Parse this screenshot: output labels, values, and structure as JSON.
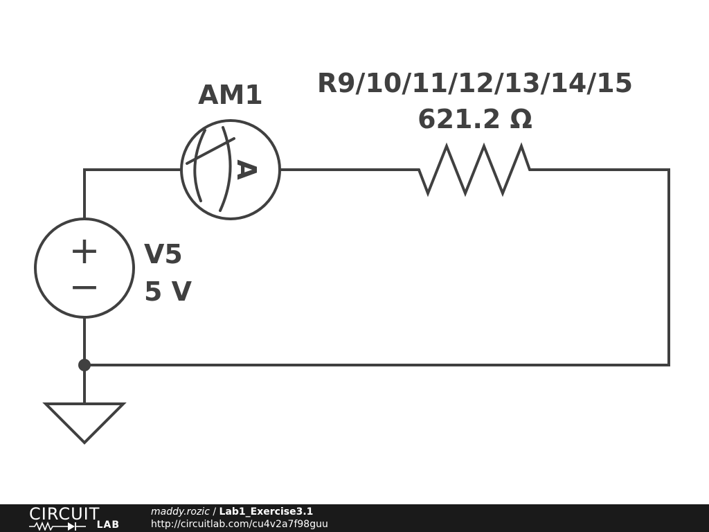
{
  "components": {
    "ammeter": {
      "label": "AM1",
      "symbol": "A"
    },
    "resistor": {
      "label": "R9/10/11/12/13/14/15",
      "value": "621.2 Ω"
    },
    "source": {
      "label": "V5",
      "value": "5 V",
      "plus": "+",
      "minus": "−"
    }
  },
  "footer": {
    "brand_top": "CIRCUIT",
    "brand_bottom": "LAB",
    "author": "maddy.rozic",
    "separator": " / ",
    "title": "Lab1_Exercise3.1",
    "url": "http://circuitlab.com/cu4v2a7f98guu"
  },
  "colors": {
    "ink": "#404040",
    "background": "#ffffff",
    "footer_bg": "#1a1a1a",
    "footer_text": "#ffffff"
  }
}
